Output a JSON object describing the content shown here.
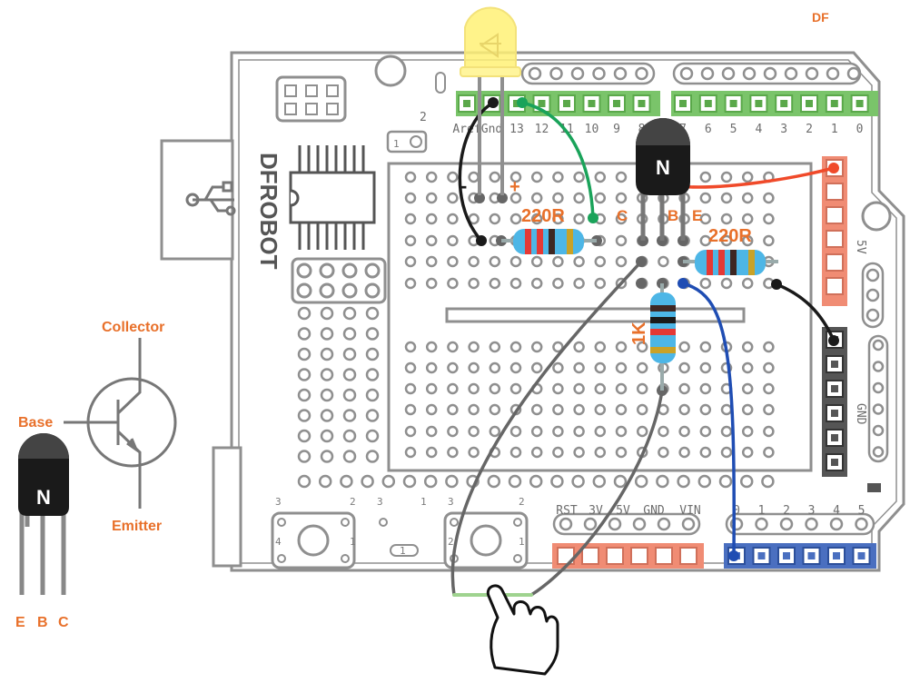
{
  "brand": {
    "corner": "DF",
    "board": "DFROBOT"
  },
  "led": {
    "minus": "-",
    "plus": "+"
  },
  "resistors": {
    "r1": "220R",
    "r2": "220R",
    "r3": "1K"
  },
  "transistor": {
    "mark": "N",
    "c": "C",
    "b": "B",
    "e": "E"
  },
  "digital_pins": [
    "Aref",
    "Gnd",
    "13",
    "12",
    "11",
    "10",
    "9",
    "8",
    "7",
    "6",
    "5",
    "4",
    "3",
    "2",
    "1",
    "0"
  ],
  "power_pins": [
    "RST",
    "3V",
    "5V",
    "GND",
    "VIN"
  ],
  "analog_pins": [
    "0",
    "1",
    "2",
    "3",
    "4",
    "5"
  ],
  "side_labels": {
    "five_v": "5V",
    "gnd": "GND"
  },
  "switch_nums": {
    "a": "3",
    "b": "2",
    "c": "3",
    "d": "1",
    "e": "3",
    "f": "2",
    "g": "4",
    "h": "1",
    "i": "1",
    "j": "2",
    "k": "1"
  },
  "symbol": {
    "collector": "Collector",
    "base": "Base",
    "emitter": "Emitter"
  },
  "package": {
    "mark": "N",
    "e": "E",
    "b": "B",
    "c": "C"
  },
  "colors": {
    "board_outline": "#8f8f8f",
    "green_header": "#7ac46a",
    "pink_header": "#f08c74",
    "blue_header": "#4a6fc0",
    "wire_green": "#1aa35a",
    "wire_red": "#f04a2a",
    "wire_blue": "#1f4db3",
    "wire_black": "#1a1a1a",
    "wire_gray": "#666666",
    "label_orange": "#e8702a",
    "led_yellow": "#fff176"
  }
}
